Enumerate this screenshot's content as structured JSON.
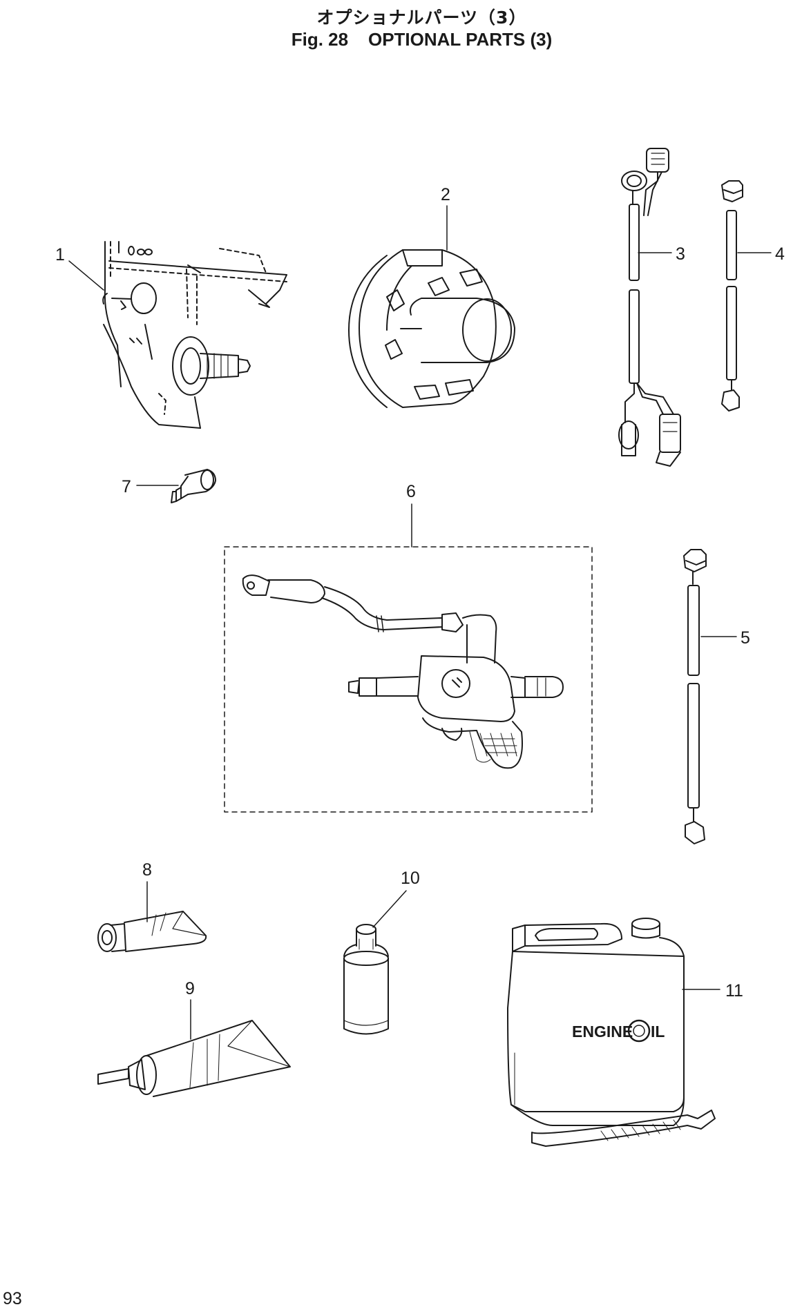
{
  "header": {
    "title_jp": "オプショナルパーツ（3）",
    "fig_label": "Fig. 28",
    "title_en": "OPTIONAL PARTS (3)"
  },
  "callouts": {
    "c1": "1",
    "c2": "2",
    "c3": "3",
    "c4": "4",
    "c5": "5",
    "c6": "6",
    "c7": "7",
    "c8": "8",
    "c9": "9",
    "c10": "10",
    "c11": "11"
  },
  "oil_can_label": {
    "engine": "ENGINE",
    "oil": "OIL"
  },
  "footer": {
    "page_number": "93"
  }
}
